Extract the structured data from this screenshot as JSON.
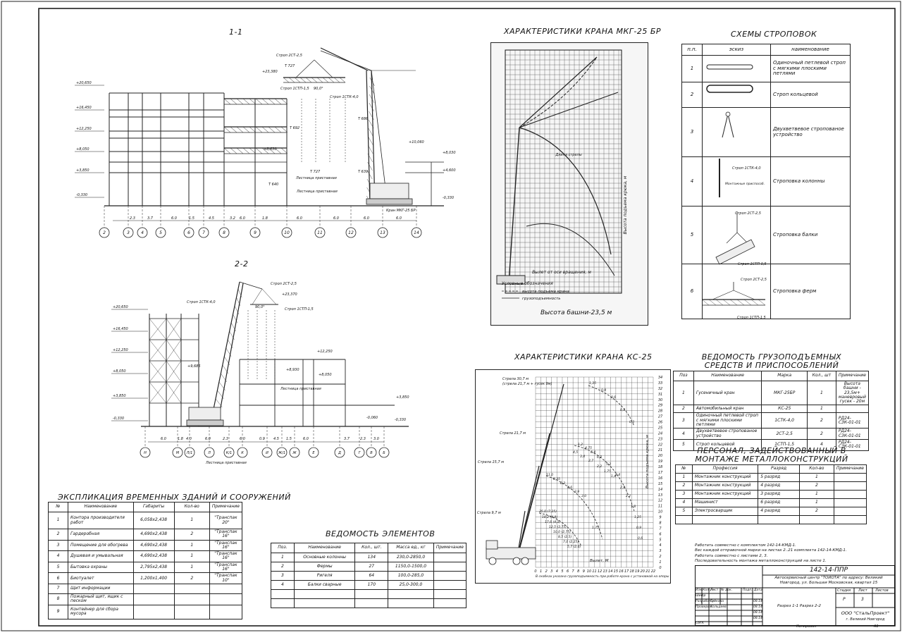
{
  "sections": {
    "s11": "1-1",
    "s22": "2-2",
    "mkg_title": "ХАРАКТЕРИСТИКИ КРАНА МКГ-25 БР",
    "ks_title": "ХАРАКТЕРИСТИКИ КРАНА КС-25",
    "sling_title": "СХЕМЫ СТРОПОВОК",
    "lift_title": "ВЕДОМОСТЬ ГРУЗОПОДЪЕМНЫХ СРЕДСТВ И ПРИСПОСОБЛЕНИЙ",
    "staff_title": "ПЕРСОНАЛ, ЗАДЕЙСТВОВАННЫЙ В МОНТАЖЕ МЕТАЛЛОКОНСТРУКЦИЙ",
    "explic_title": "ЭКСПЛИКАЦИЯ ВРЕМЕННЫХ ЗДАНИЙ И СООРУЖЕНИЙ",
    "elem_title": "ВЕДОМОСТЬ ЭЛЕМЕНТОВ"
  },
  "s11": {
    "levels": [
      "+20,650",
      "+16,450",
      "+12,250",
      "+8,050",
      "+3,850",
      "-0,330"
    ],
    "axes": [
      "2",
      "3",
      "4",
      "5",
      "6",
      "7",
      "8",
      "9",
      "10",
      "11",
      "12",
      "13",
      "14"
    ],
    "dims": [
      "2.3",
      "3.7",
      "6.0",
      "1.5",
      "4.5",
      "3.2",
      "6.0",
      "1.8",
      "6.0",
      "6.0",
      "6.0",
      "6.0"
    ],
    "labels": {
      "strop1": "Строп 2СТ-2,5",
      "t727": "Т 727",
      "lvl23": "+23,380",
      "strop2": "Строп 1СТП-1,5",
      "angle": "90,0°",
      "strop3": "Строп 1СТК-4,0",
      "t692": "Т 692",
      "t686": "Т 686",
      "lvl8630": "+8,630",
      "lvl10060": "+10,060",
      "t727b": "Т 727",
      "t639": "Т 639",
      "t640": "Т 640",
      "ladder1": "Лестница приставная",
      "ladder2": "Лестница приставная",
      "crane": "Кран МКГ-25 БР",
      "r8030": "+8,030",
      "r4600": "+4,600",
      "r0330": "-0,330"
    }
  },
  "s22": {
    "levels": [
      "+20,650",
      "+16,450",
      "+12,250",
      "+8,050",
      "+3,850",
      "-0,330"
    ],
    "axes": [
      "Н",
      "М",
      "Л/1",
      "Л",
      "К/1",
      "К",
      "И",
      "Ж/1",
      "Ж",
      "Е",
      "Д",
      "Г",
      "В",
      "Б"
    ],
    "dims": [
      "6.0",
      "1.8",
      "4.0",
      "6.0",
      "2.3",
      "6.0",
      "0.9",
      "4.5",
      "1.5",
      "6.0",
      "3.7",
      "2.3",
      "3.0"
    ],
    "labels": {
      "strop_a": "Строп 1СТК-4,0",
      "strop_b": "Строп 2СТ-2,5",
      "lvl23": "+23,370",
      "angle": "90,0°",
      "strop_c": "Строп 1СТП-1,5",
      "lvl9685": "+9,685",
      "lvl12250": "+12,250",
      "lvl8930": "+8,930",
      "lvl8050": "+8,050",
      "ladder1": "Лестница приставная",
      "ladder2": "Лестница приставная",
      "r3850": "+3,850",
      "r0330": "-0,330",
      "r0060": "-0,060"
    }
  },
  "mkg": {
    "xaxis": "Вылет от оси вращения, м",
    "legend_title": "Условные обозначения",
    "legend1": "высота подъема крана",
    "legend2": "грузоподъемность",
    "tower": "Высота башни-23,5 м",
    "yaxis": "Высота подъема крюка, м",
    "boom": "Длина стрелы"
  },
  "ks": {
    "booms": [
      "Стрела 30,7 м",
      "(стрела 21,7 м + гусек 9м)",
      "Стрела 21,7 м",
      "Стрела 15,7 м",
      "Стрела 9,7 м"
    ],
    "yaxis": "Высота подъема крюка, м",
    "xaxis": "Вылет, М",
    "note": "В скобках указана грузоподъемность при работе крана с установкой на опоры при втянутых балках выносных опор.",
    "yticks": [
      "34",
      "33",
      "32",
      "31",
      "30",
      "29",
      "28",
      "27",
      "26",
      "25",
      "24",
      "23",
      "22",
      "21",
      "20",
      "19",
      "18",
      "17",
      "16",
      "15",
      "14",
      "13",
      "12",
      "11",
      "10",
      "9",
      "8",
      "7",
      "6",
      "5",
      "4",
      "3",
      "2",
      "1",
      "0"
    ],
    "xticks": [
      "0",
      "1",
      "2",
      "3",
      "4",
      "5",
      "6",
      "7",
      "8",
      "9",
      "10",
      "11",
      "12",
      "13",
      "14",
      "15",
      "16",
      "17",
      "18",
      "19",
      "20",
      "21",
      "22"
    ],
    "vals": [
      "1,35",
      "0,9",
      "0,6",
      "0,4",
      "0,3",
      "1,2",
      "4,75",
      "6,4",
      "6,2",
      "5,2",
      "3,4",
      "2,8",
      "2,2",
      "1,8",
      "1,25",
      "0,9",
      "0,6",
      "25,0 (7,25)",
      "18,2 (4,9)",
      "17,6 (4,3)",
      "12,5 (3,75)",
      "10,0 (2,75)",
      "8,5 (2,5)",
      "7,0 (2,25)",
      "5,7 (2,0)",
      "4,5",
      "3,4",
      "2,7",
      "2,2",
      "1,75",
      "1,4",
      "11,0",
      "8,35",
      "6,2",
      "4,6",
      "3,9",
      "3,0",
      "1,75"
    ]
  },
  "slings": {
    "headers": [
      "п.п.",
      "эскиз",
      "наименование"
    ],
    "rows": [
      {
        "n": "1",
        "name": "Одиночный петлевой строп с мягкими плоскими петлями",
        "sketch": ""
      },
      {
        "n": "2",
        "name": "Строп кольцевой",
        "sketch": ""
      },
      {
        "n": "3",
        "name": "Двухветвевое стропованое устройство",
        "sketch": ""
      },
      {
        "n": "4",
        "name": "Строповка колонны",
        "sketch": "Строп 1СТК-4,0"
      },
      {
        "n": "5",
        "name": "Строповка балки",
        "sketch": "Строп 2СТ-2,5"
      },
      {
        "n": "6",
        "name": "Строповка ферм",
        "sketch": "Строп 2СТ-2,5"
      }
    ],
    "s4b": "Монтажные приспособ.",
    "s5b": "Строп 1СТП-0,5",
    "s6b": "Строп 1СТП-1,5"
  },
  "lift": {
    "headers": [
      "Поз",
      "Наименование",
      "Марка",
      "Кол., шт",
      "Примечание"
    ],
    "rows": [
      [
        "1",
        "Гусеничный кран",
        "МКГ-25БР",
        "1",
        "Высота башни - 23,5м+ маневровый гусек - 20м"
      ],
      [
        "2",
        "Автомобильный кран",
        "КС-25",
        "1",
        ""
      ],
      [
        "3",
        "Одиночный петлевой строп с мягкими плоскими петлями",
        "1СТК-4,0",
        "2",
        "РД24-СЗК-01-01"
      ],
      [
        "4",
        "Двухветвевое стропованое устройство",
        "2СТ-2,5",
        "2",
        "РД24-СЗК-01-01"
      ],
      [
        "5",
        "Строп кольцевой",
        "1СТП-1,5",
        "4",
        "РД24-СЗК-01-01"
      ]
    ]
  },
  "staff": {
    "headers": [
      "№",
      "Профессия",
      "Разряд",
      "Кол-во",
      "Примечание"
    ],
    "rows": [
      [
        "1",
        "Монтажник конструкций",
        "5 разряд",
        "1",
        ""
      ],
      [
        "2",
        "Монтажник конструкций",
        "4 разряд",
        "2",
        ""
      ],
      [
        "3",
        "Монтажник конструкций",
        "3 разряд",
        "1",
        ""
      ],
      [
        "4",
        "Машинист",
        "6 разряд",
        "1",
        ""
      ],
      [
        "5",
        "Электросварщик",
        "4 разряд",
        "2",
        ""
      ]
    ]
  },
  "explic": {
    "headers": [
      "№",
      "Наименование",
      "Габариты",
      "Кол-во",
      "Примечание"
    ],
    "rows": [
      [
        "1",
        "Контора производителя работ",
        "6,058x2,438",
        "1",
        "\"Транспак 20\""
      ],
      [
        "2",
        "Гардеробная",
        "4,690x2,438",
        "2",
        "\"Транспак 16\""
      ],
      [
        "3",
        "Помещение для обогрева",
        "4,690x2,438",
        "1",
        "\"Транспак 16\""
      ],
      [
        "4",
        "Душевая и умывальная",
        "4,690x2,438",
        "1",
        "\"Транспак 16\""
      ],
      [
        "5",
        "Бытовка охраны",
        "2,795x2,438",
        "1",
        "\"Транспак 16\""
      ],
      [
        "6",
        "Биотуалет",
        "1,200x1,400",
        "2",
        "\"Транспак 10\""
      ],
      [
        "7",
        "Щит информации",
        "",
        "",
        ""
      ],
      [
        "8",
        "Пожарный щит, ящик с песком",
        "",
        "",
        ""
      ],
      [
        "9",
        "Контейнер для сбора мусора",
        "",
        "",
        ""
      ]
    ]
  },
  "elem": {
    "headers": [
      "Поз.",
      "Наименование",
      "Кол., шт.",
      "Масса ед., кг",
      "Примечание"
    ],
    "rows": [
      [
        "1",
        "Основные колонны",
        "134",
        "230,0-2850,0",
        ""
      ],
      [
        "2",
        "Фермы",
        "27",
        "1150,0-1500,0",
        ""
      ],
      [
        "3",
        "Ригеля",
        "64",
        "100,0-285,0",
        ""
      ],
      [
        "4",
        "Балки сварные",
        "170",
        "25,0-300,0",
        ""
      ]
    ]
  },
  "notes": [
    "Работать совместно с комплектом 142-14-КМД-1.",
    "Вес каждой отправочной марки на листах 2..21 комплекта 142-14-КМД-1.",
    "Работать совместно с листами 2, 3.",
    "Последовательность монтажа металлоконструкций на листе 1."
  ],
  "stamp": {
    "code": "142-14-ППР",
    "object": "Автосервисный центр \"ТОЙОТА\" по адресу: Великий Новгород, ул. Большая Московская, квартал 15",
    "izm": "Изм.",
    "kol": "Кол.уч",
    "list": "Лист",
    "ndok": "№ док.",
    "podp": "Подп.",
    "data": "Дата",
    "shifr": "Шифр",
    "razrab": "Разработал",
    "razrab_name": "Гуйкова",
    "razrab_date": "08.14",
    "prov": "Проверил",
    "prov_name": "Кольдеев",
    "prov_date": "08.14",
    "d1": "08.14",
    "d2": "08.14",
    "stadiya": "Стадия",
    "listh": "Лист",
    "listov": "Листов",
    "stadiya_v": "Р",
    "list_v": "3",
    "sheet_name": "Разрез 1-1 Разрез 2-2",
    "company": "ООО \"СтальПроект\"",
    "city": "г. Великий Новгород",
    "sogl": "Согл.",
    "copied": "Копировал",
    "format": "А1"
  }
}
